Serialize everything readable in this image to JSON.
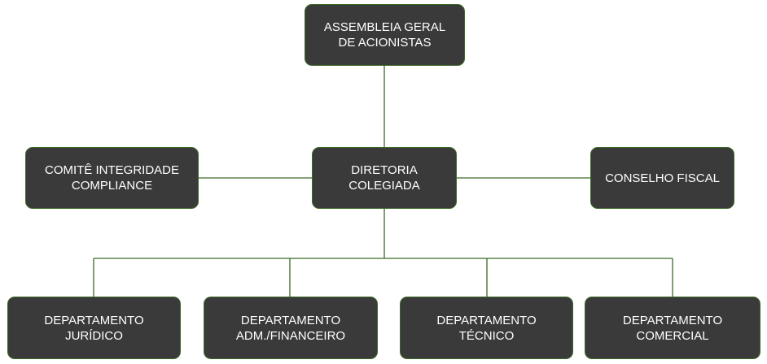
{
  "colors": {
    "node_fill": "#3a3a3a",
    "node_border": "#3c6a26",
    "connector": "#3c6a26",
    "text": "#ffffff"
  },
  "nodes": {
    "assembleia": [
      "ASSEMBLEIA GERAL",
      "DE ACIONISTAS"
    ],
    "comite": [
      "COMITÊ INTEGRIDADE",
      "COMPLIANCE"
    ],
    "diretoria": [
      "DIRETORIA",
      "COLEGIADA"
    ],
    "conselho": [
      "CONSELHO FISCAL"
    ],
    "juridico": [
      "DEPARTAMENTO",
      "JURÍDICO"
    ],
    "adm": [
      "DEPARTAMENTO",
      "ADM./FINANCEIRO"
    ],
    "tecnico": [
      "DEPARTAMENTO",
      "TÉCNICO"
    ],
    "comercial": [
      "DEPARTAMENTO",
      "COMERCIAL"
    ]
  }
}
